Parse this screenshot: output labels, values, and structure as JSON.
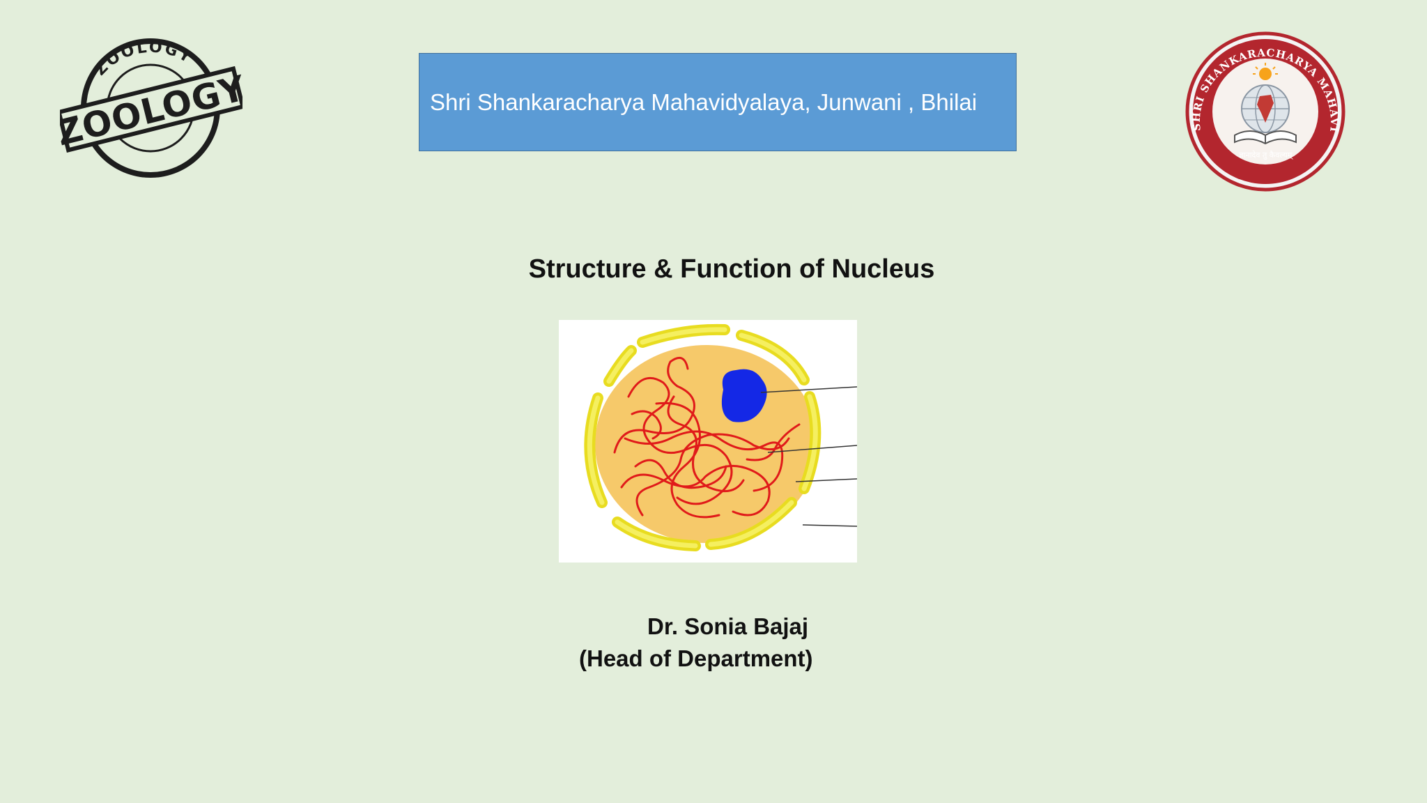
{
  "header": {
    "institution": "Shri Shankaracharya Mahavidyalaya, Junwani , Bhilai"
  },
  "title": "Structure & Function of Nucleus",
  "author": {
    "name": "Dr. Sonia Bajaj",
    "role": "(Head of Department)"
  },
  "logos": {
    "left": {
      "main_text": "ZOOLOGY",
      "ring_text": "ZOOLOGY",
      "icon": "zoology-stamp-icon"
    },
    "right": {
      "ring_text": "SHRI SHANKARACHARYA MAHAVIDYALAYA",
      "motto": "ज्ञानादेव तु कैवल्यम्",
      "icon": "college-emblem-icon"
    }
  },
  "diagram": {
    "icon": "nucleus-diagram-icon"
  },
  "colors": {
    "background": "#e3eedb",
    "banner": "#5b9bd5",
    "emblem_red": "#b3262e",
    "nucleolus": "#1428e6",
    "chromatin": "#e01a1a",
    "envelope": "#f2e83a",
    "nucleoplasm": "#f6c96a"
  }
}
